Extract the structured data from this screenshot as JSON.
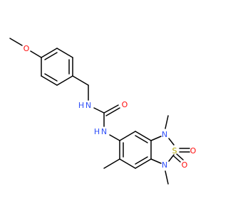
{
  "molecule": {
    "atoms": {
      "methoxy_o": "O",
      "carbonyl_o": "O",
      "amide_n_top": "N",
      "amide_h_top": "H",
      "amide_n_bottom": "N",
      "amide_h_bottom": "H",
      "ring_n_top": "N",
      "ring_n_bottom": "N",
      "sulfur": "S",
      "sulfonyl_o_right": "O",
      "sulfonyl_o_bottom": "O"
    },
    "colors": {
      "bond": "#000000",
      "oxygen": "#ff0d0d",
      "nitrogen": "#3050f8",
      "sulfur": "#b2a800"
    }
  }
}
